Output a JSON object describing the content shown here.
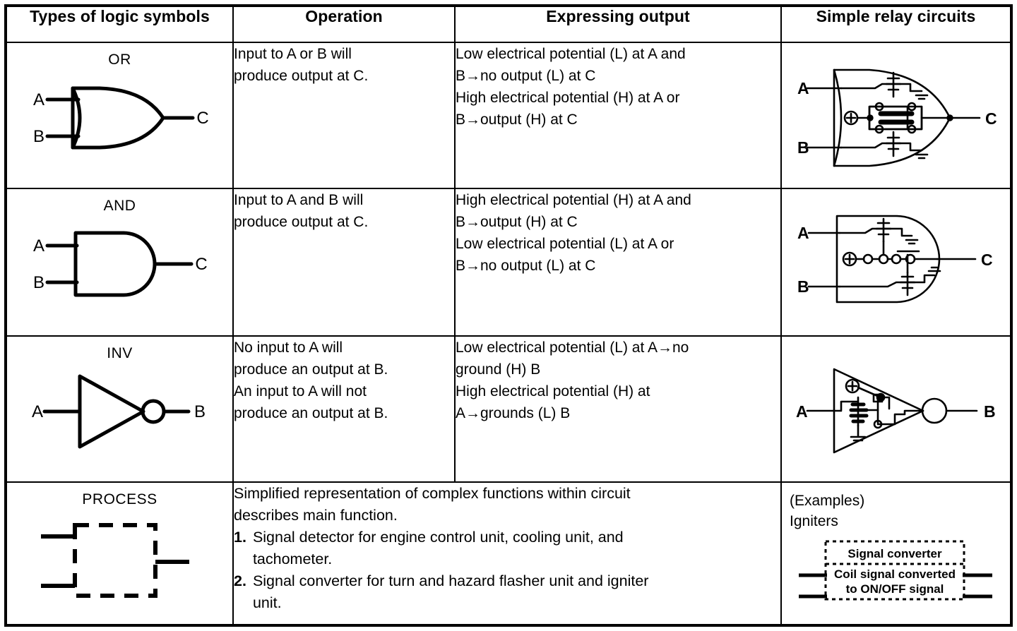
{
  "table": {
    "headers": [
      "Types of logic symbols",
      "Operation",
      "Expressing output",
      "Simple relay circuits"
    ],
    "rows": [
      {
        "symbol_name": "OR",
        "symbol_icon": "or-gate-symbol",
        "symbol_pins": {
          "in1": "A",
          "in2": "B",
          "out": "C"
        },
        "operation": [
          "Input to A or B will",
          "produce output at C."
        ],
        "expressing_output": [
          "Low electrical potential (L) at A and",
          "B→no output (L) at C",
          "High electrical potential (H) at A or",
          "B→output (H) at C"
        ],
        "relay_icon": "or-relay-circuit",
        "relay_pins": {
          "in1": "A",
          "in2": "B",
          "out": "C"
        }
      },
      {
        "symbol_name": "AND",
        "symbol_icon": "and-gate-symbol",
        "symbol_pins": {
          "in1": "A",
          "in2": "B",
          "out": "C"
        },
        "operation": [
          "Input to A and B will",
          "produce output at C."
        ],
        "expressing_output": [
          "High electrical potential (H) at A and",
          "B→output (H) at C",
          "Low electrical potential (L) at A or",
          "B→no output (L) at C"
        ],
        "relay_icon": "and-relay-circuit",
        "relay_pins": {
          "in1": "A",
          "in2": "B",
          "out": "C"
        }
      },
      {
        "symbol_name": "INV",
        "symbol_icon": "inverter-gate-symbol",
        "symbol_pins": {
          "in1": "A",
          "out": "B"
        },
        "operation": [
          "No input to A will",
          "produce an output at B.",
          "An input to A will not",
          "produce an output at B."
        ],
        "expressing_output": [
          "Low electrical potential (L) at A→no",
          "ground (H) B",
          "High electrical potential (H) at",
          "A→grounds (L) B"
        ],
        "relay_icon": "inverter-relay-circuit",
        "relay_pins": {
          "in1": "A",
          "out": "B"
        }
      },
      {
        "symbol_name": "PROCESS",
        "symbol_icon": "process-block-symbol",
        "description_lead": [
          "Simplified representation of complex functions within circuit",
          "describes main function."
        ],
        "description_items": [
          {
            "marker": "1.",
            "lines": [
              "Signal detector for engine control unit, cooling unit, and",
              "tachometer."
            ]
          },
          {
            "marker": "2.",
            "lines": [
              "Signal converter for turn and hazard flasher unit and igniter",
              "unit."
            ]
          }
        ],
        "examples": {
          "heading": [
            "(Examples)",
            "Igniters"
          ],
          "box_title": "Signal converter",
          "box_body": [
            "Coil signal converted",
            "to ON/OFF signal"
          ],
          "icon": "signal-converter-block"
        }
      }
    ]
  },
  "colors": {
    "ink": "#000000",
    "paper": "#ffffff"
  }
}
